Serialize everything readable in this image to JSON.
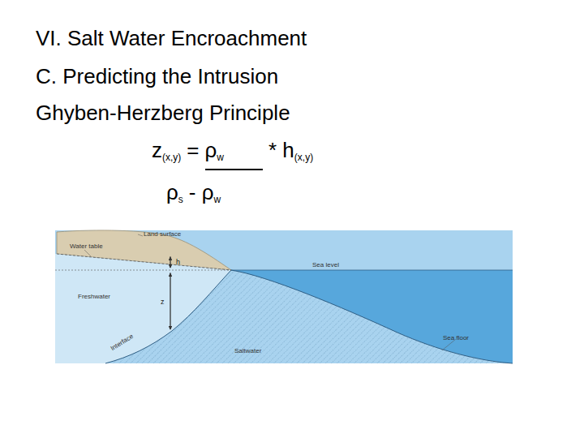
{
  "diagram": {
    "title": "VI. Salt Water Encroachment",
    "labels": [
      "C. Predicting the Intrusion",
      "Ghyben-Herzberg Principle",
      "z",
      "(x,y)",
      "=",
      "ρ",
      "w",
      "* h",
      "(x,y)",
      "ρ",
      "s",
      "- ρ",
      "w",
      "Land surface",
      "Water table",
      "h",
      "Sea level",
      "Freshwater",
      "z",
      "Interface",
      "Saltwater",
      "Sea floor"
    ]
  }
}
